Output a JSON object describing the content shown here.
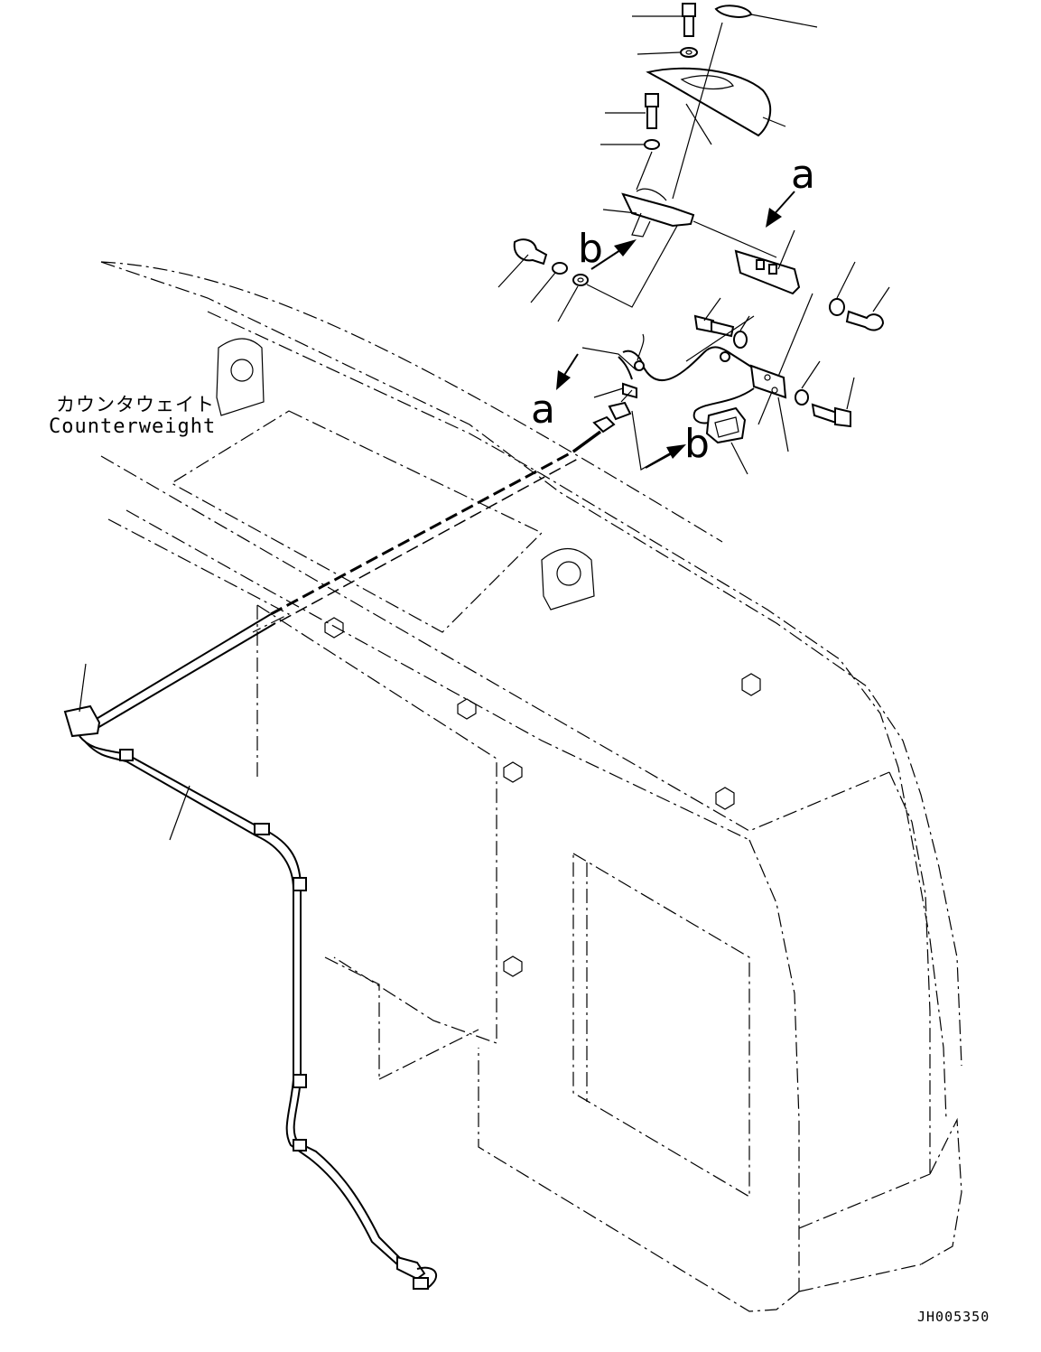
{
  "drawing": {
    "counterweight_label_jp": "カウンタウェイト",
    "counterweight_label_en": "Counterweight",
    "drawing_number": "JH005350",
    "callouts": {
      "a_top": "a",
      "b_top": "b",
      "a_mid": "a",
      "b_mid": "b"
    }
  }
}
